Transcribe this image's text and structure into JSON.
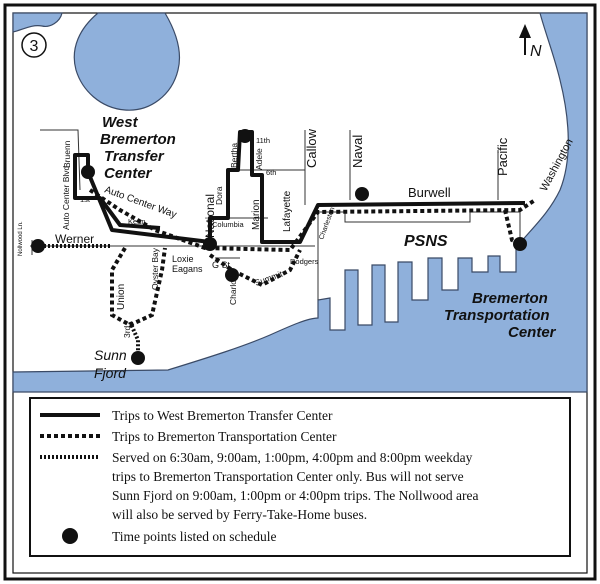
{
  "route": {
    "number": "3"
  },
  "north": {
    "label": "N"
  },
  "places": {
    "west_center": [
      "West",
      "Bremerton",
      "Transfer",
      "Center"
    ],
    "psns": "PSNS",
    "bremerton_center": [
      "Bremerton",
      "Transportation",
      "Center"
    ],
    "sunn_fjord": [
      "Sunn",
      "Fjord"
    ]
  },
  "streets": {
    "callow": "Callow",
    "naval": "Naval",
    "pacific": "Pacific",
    "washington": "Washington",
    "burwell": "Burwell",
    "bruenn": "Bruenn",
    "auto_center_way": "Auto Center Way",
    "kean": "Kean",
    "first": "1st",
    "auto_center_blvd": "Auto Center Blvd",
    "nollwood": "Nollwood Ln.",
    "werner": "Werner",
    "national": "National",
    "dora": "Dora",
    "bertha": "Bertha",
    "adele": "Adele",
    "eleventh": "11th",
    "sixth": "6th",
    "marion": "Marion",
    "lafayette": "Lafayette",
    "columbia": "Columbia",
    "charleston": "Charleston",
    "rodgers": "Rodgers",
    "loxie": "Loxie",
    "eagans": "Eagans",
    "g_st": "G St.",
    "summit": "Summit",
    "charlotte": "Charlotte",
    "union": "Union",
    "oyster_bay": "Oyster Bay",
    "third": "3rd"
  },
  "legend": {
    "items": [
      {
        "style": "solid",
        "text": "Trips to West Bremerton Transfer Center"
      },
      {
        "style": "dashed",
        "text": "Trips to Bremerton Transportation Center"
      },
      {
        "style": "dotted",
        "lines": [
          "Served on 6:30am, 9:00am, 1:00pm, 4:00pm and 8:00pm weekday",
          "trips to Bremerton Transportation Center only.  Bus will not serve",
          "Sunn Fjord on 9:00am, 1:00pm or 4:00pm trips.  The Nollwood area",
          "will also be served by Ferry-Take-Home buses."
        ]
      },
      {
        "style": "dot",
        "text": "Time points listed on schedule"
      }
    ]
  },
  "colors": {
    "water": "#8fb0db",
    "route": "#111111",
    "land": "#ffffff"
  }
}
